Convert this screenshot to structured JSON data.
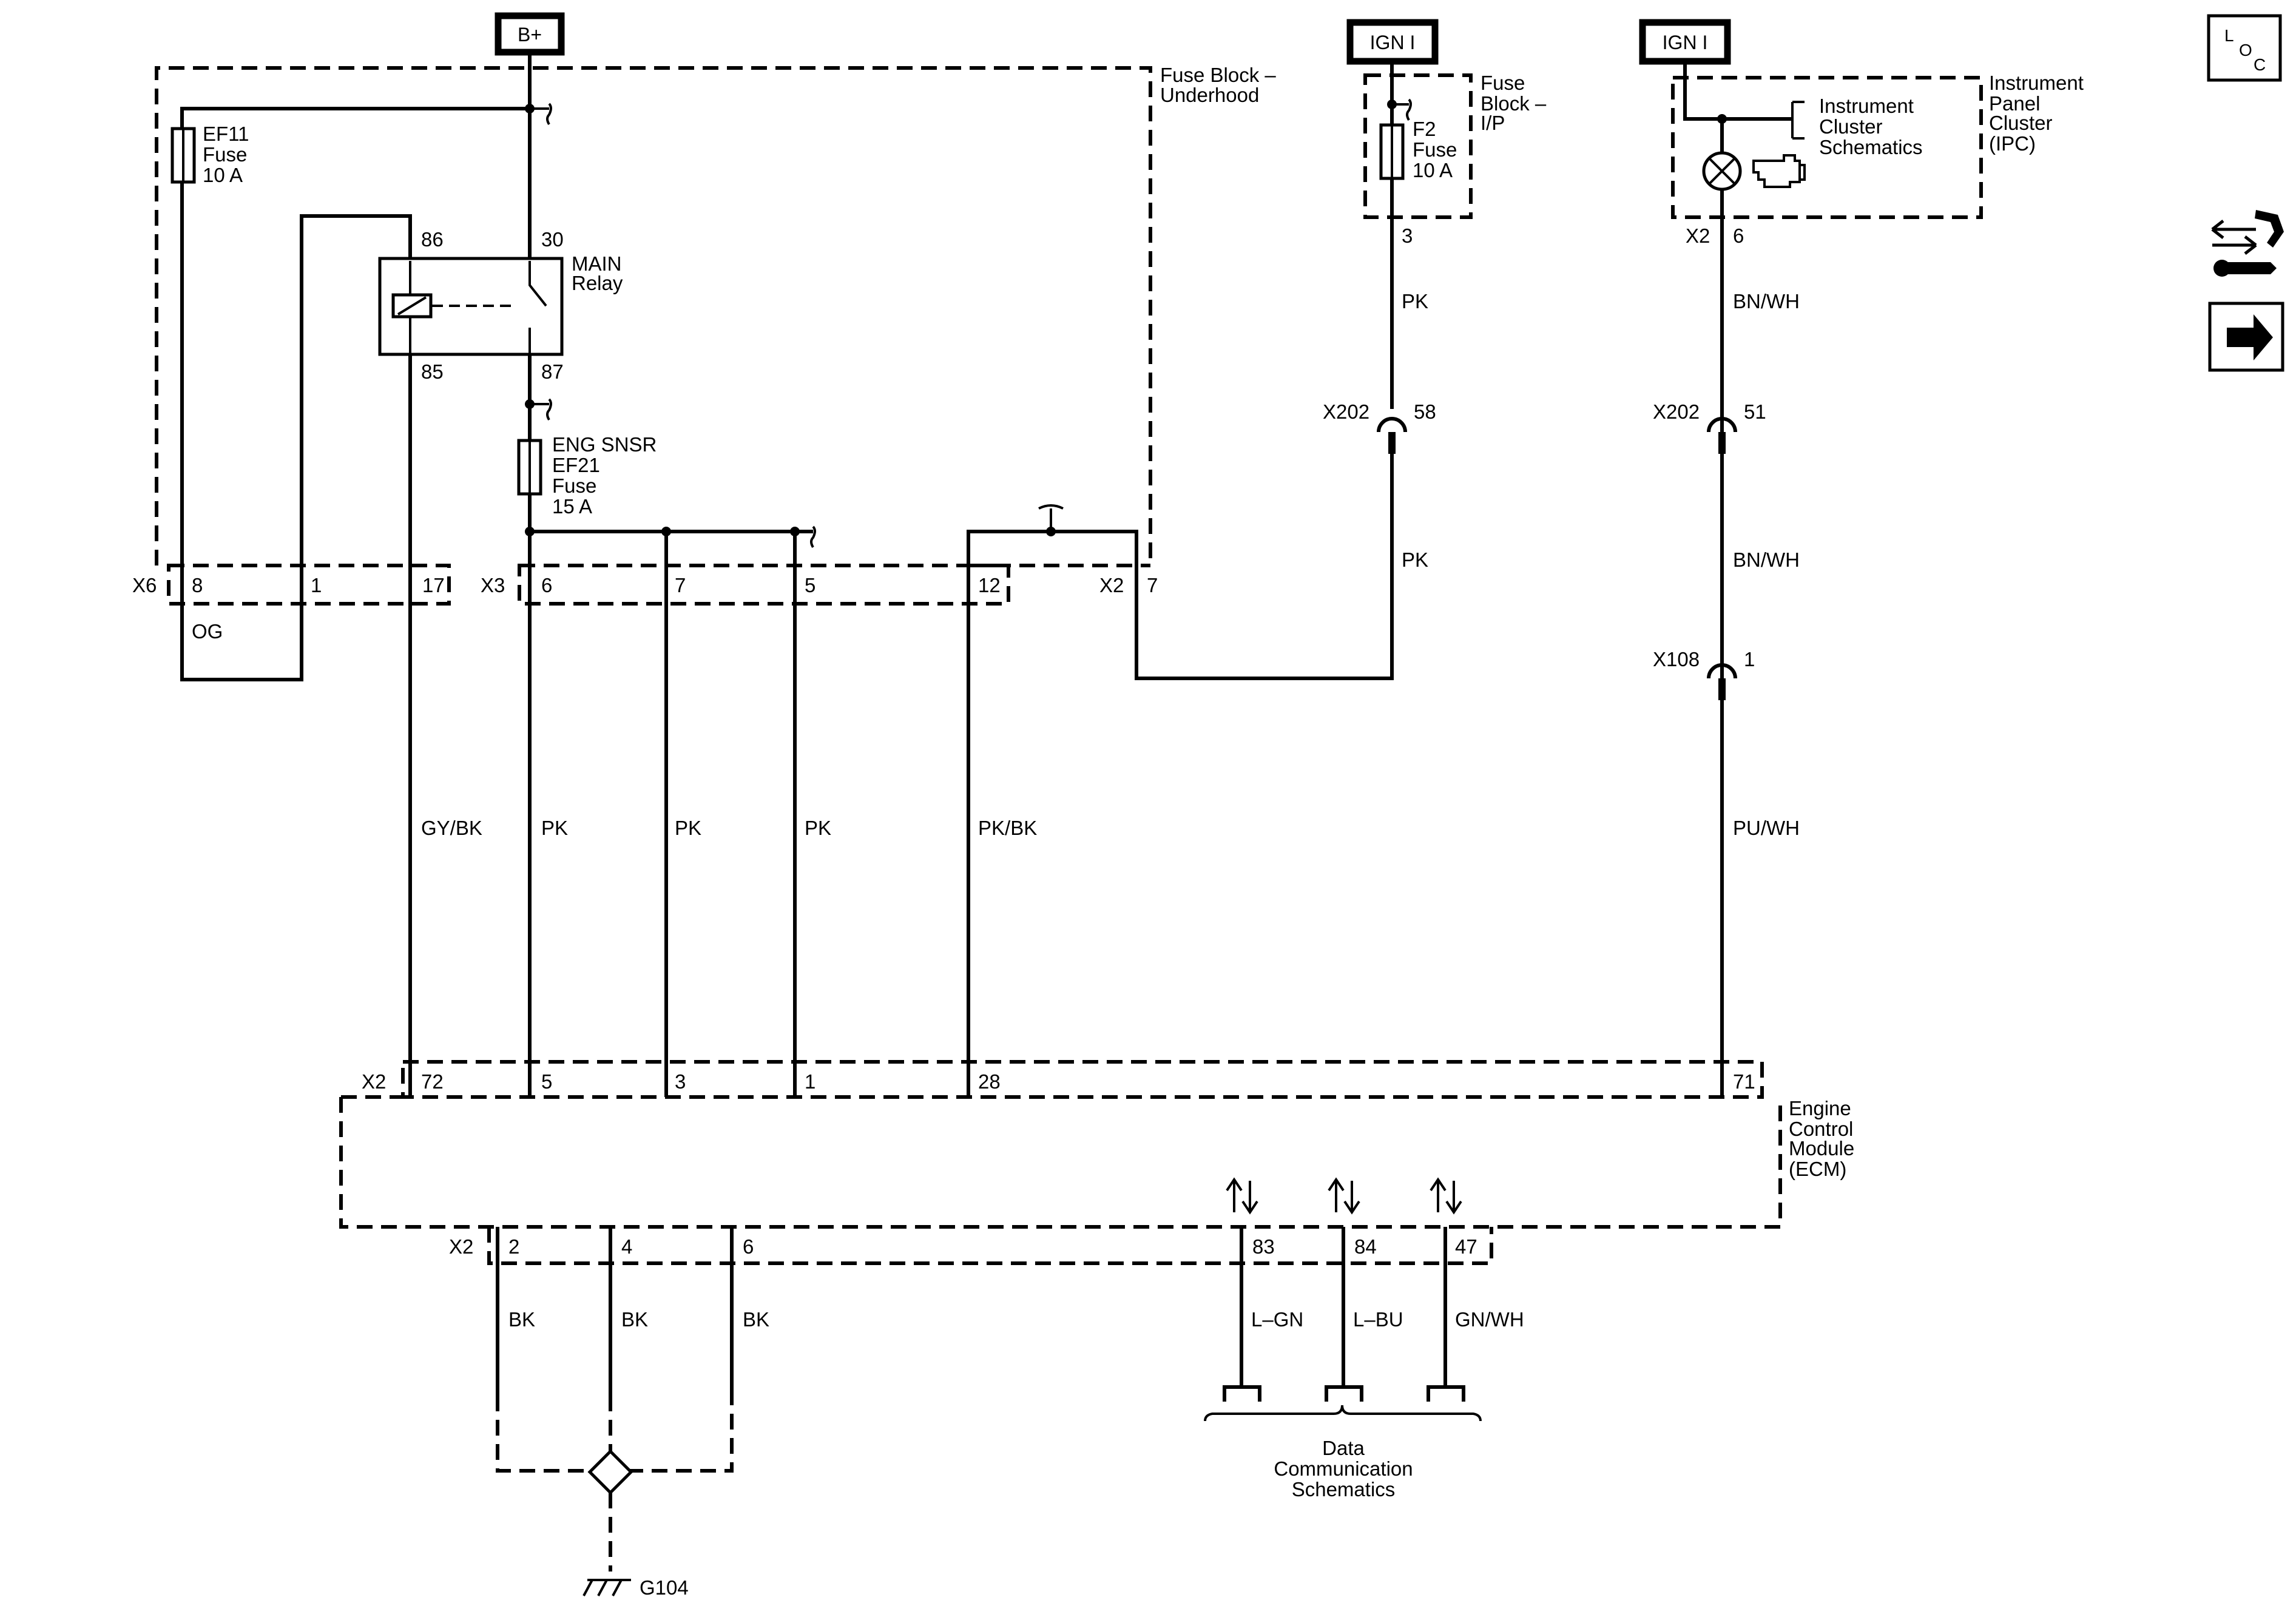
{
  "power_sources": {
    "b_plus": "B+",
    "ign_1a": "IGN I",
    "ign_1b": "IGN I"
  },
  "components": {
    "fuse_block_underhood": [
      "Fuse Block –",
      "Underhood"
    ],
    "fuse_block_ip": [
      "Fuse",
      "Block –",
      "I/P"
    ],
    "ipc": [
      "Instrument",
      "Panel",
      "Cluster",
      "(IPC)"
    ],
    "instrument_cluster_schematics": [
      "Instrument",
      "Cluster",
      "Schematics"
    ],
    "ecm": [
      "Engine",
      "Control",
      "Module",
      "(ECM)"
    ],
    "data_comm": [
      "Data",
      "Communication",
      "Schematics"
    ],
    "ground": "G104"
  },
  "fuses": {
    "ef11": [
      "EF11",
      "Fuse",
      "10 A"
    ],
    "ef21": [
      "ENG SNSR",
      "EF21",
      "Fuse",
      "15 A"
    ],
    "f2": [
      "F2",
      "Fuse",
      "10 A"
    ]
  },
  "relay": {
    "name": [
      "MAIN",
      "Relay"
    ],
    "pin86": "86",
    "pin30": "30",
    "pin85": "85",
    "pin87": "87"
  },
  "connectors": {
    "x6": "X6",
    "x3": "X3",
    "x2_fb": "X2",
    "x2_ipc": "X2",
    "x202a": "X202",
    "x202b": "X202",
    "x108": "X108",
    "x2_ecm_top": "X2",
    "x2_ecm_bottom": "X2"
  },
  "pins": {
    "x6_8": "8",
    "x6_1": "1",
    "x6_17": "17",
    "x3_6": "6",
    "x3_7": "7",
    "x3_5": "5",
    "x3_12": "12",
    "x2_fb_7": "7",
    "fip_3": "3",
    "ipc_6": "6",
    "x202_58": "58",
    "x202_51": "51",
    "x108_1": "1",
    "ecm_72": "72",
    "ecm_5": "5",
    "ecm_3": "3",
    "ecm_1": "1",
    "ecm_28": "28",
    "ecm_71": "71",
    "ecm_2": "2",
    "ecm_4": "4",
    "ecm_6": "6",
    "ecm_83": "83",
    "ecm_84": "84",
    "ecm_47": "47"
  },
  "wire_colors": {
    "og": "OG",
    "gy_bk": "GY/BK",
    "pk_a": "PK",
    "pk_b": "PK",
    "pk_c": "PK",
    "pk_bk": "PK/BK",
    "pk_ip1": "PK",
    "pk_ip2": "PK",
    "bn_wh1": "BN/WH",
    "bn_wh2": "BN/WH",
    "pu_wh": "PU/WH",
    "bk1": "BK",
    "bk2": "BK",
    "bk3": "BK",
    "l_gn": "L–GN",
    "l_bu": "L–BU",
    "gn_wh": "GN/WH"
  },
  "side_icons": {
    "loc_icon": [
      "L",
      "O",
      "C"
    ],
    "tools_icon": "connector-tool-icon",
    "next_icon": "arrow-right-icon"
  }
}
